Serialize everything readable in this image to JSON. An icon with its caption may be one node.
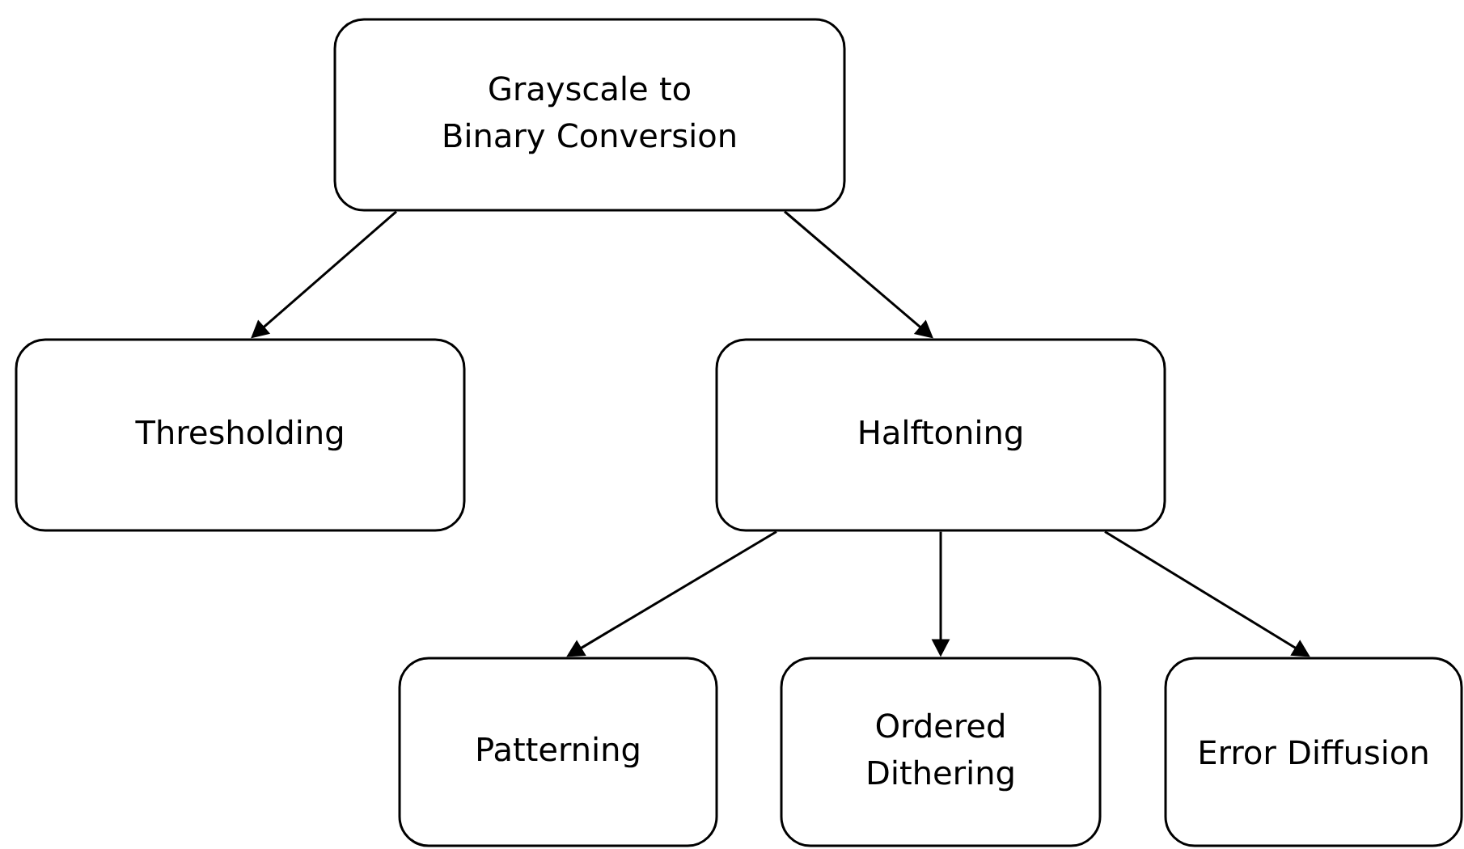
{
  "diagram": {
    "nodes": [
      {
        "text": [
          "Grayscale to Binary Conversion"
        ]
      },
      {
        "text": [
          "Thresholding"
        ]
      },
      {
        "text": [
          "Halftoning"
        ]
      },
      {
        "text": [
          "Patterning"
        ]
      },
      {
        "text": [
          "Ordered Dithering"
        ]
      },
      {
        "text": [
          "Error Diffusion"
        ]
      }
    ],
    "edges": [
      {
        "from": 0,
        "to": 1,
        "arrow": "to"
      },
      {
        "from": 0,
        "to": 2,
        "arrow": "to"
      },
      {
        "from": 2,
        "to": 3,
        "arrow": "to"
      },
      {
        "from": 2,
        "to": 4,
        "arrow": "to"
      },
      {
        "from": 2,
        "to": 5,
        "arrow": "to"
      }
    ]
  }
}
